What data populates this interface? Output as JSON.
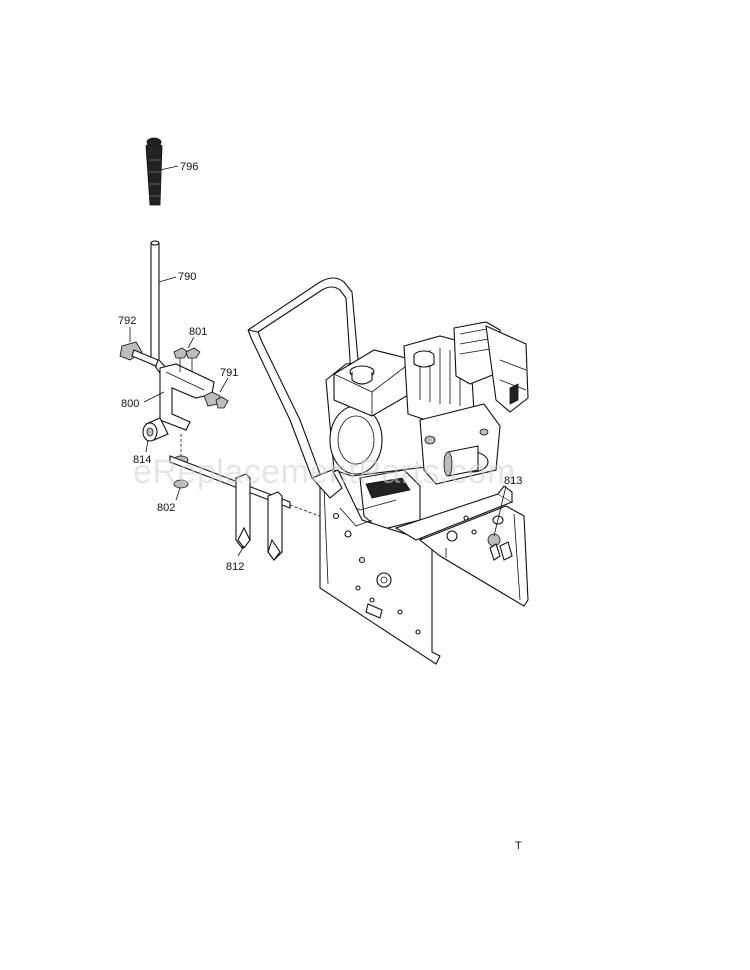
{
  "diagram": {
    "watermark": "eReplacementParts.com",
    "corner_mark": "T",
    "callouts": {
      "p796": "796",
      "p790": "790",
      "p792": "792",
      "p801": "801",
      "p791": "791",
      "p800": "800",
      "p814": "814",
      "p802": "802",
      "p812": "812",
      "p813": "813"
    }
  }
}
